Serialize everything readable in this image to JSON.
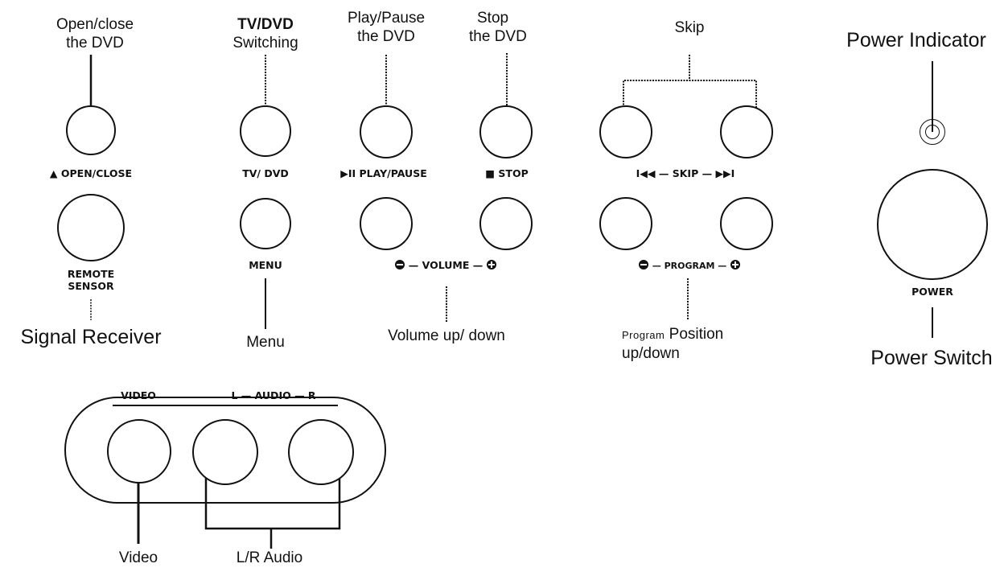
{
  "callouts": {
    "open_close_line1": "Open/close",
    "open_close_line2": "the DVD",
    "tvdvd_line1": "TV/DVD",
    "tvdvd_line2": "Switching",
    "play_line1": "Play/Pause",
    "play_line2": "the DVD",
    "stop_line1": "Stop",
    "stop_line2": "the DVD",
    "skip": "Skip",
    "power_indicator": "Power Indicator",
    "signal_receiver": "Signal Receiver",
    "menu": "Menu",
    "volume": "Volume up/ down",
    "program_small": "Program",
    "program_line1": "Position",
    "program_line2": "up/down",
    "power_switch": "Power Switch",
    "video": "Video",
    "lr_audio": "L/R Audio"
  },
  "panel": {
    "open_close": "▲ OPEN/CLOSE",
    "tv_dvd": "TV/ DVD",
    "play_pause": "▶II PLAY/PAUSE",
    "stop": "■ STOP",
    "skip": "I◀◀ — SKIP — ▶▶I",
    "remote_line1": "REMOTE",
    "remote_line2": "SENSOR",
    "menu": "MENU",
    "volume": "— VOLUME —",
    "program": "— PROGRAM —",
    "power": "POWER",
    "video": "VIDEO",
    "audio": "L — AUDIO — R"
  }
}
